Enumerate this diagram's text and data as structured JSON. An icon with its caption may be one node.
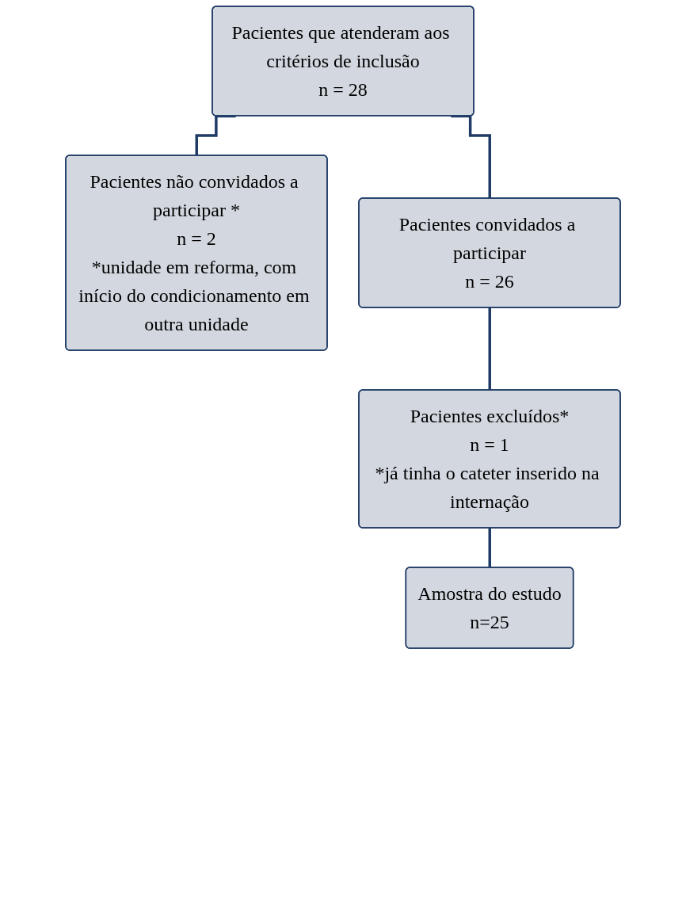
{
  "diagram": {
    "nodes": [
      {
        "text": [
          "Pacientes que atenderam aos critérios de inclusão",
          "n = 28"
        ]
      },
      {
        "text": [
          "Pacientes não convidados a participar *",
          "n = 2",
          "*unidade em reforma, com início do condicionamento em outra unidade"
        ]
      },
      {
        "text": [
          "Pacientes convidados a participar",
          "n = 26"
        ]
      },
      {
        "text": [
          "Pacientes excluídos*",
          "n = 1",
          "*já tinha o cateter inserido na internação"
        ]
      },
      {
        "text": [
          "Amostra do estudo",
          "n=25"
        ]
      }
    ],
    "edges": [
      {
        "from": 0,
        "to": 1,
        "arrow": "none"
      },
      {
        "from": 0,
        "to": 2,
        "arrow": "none"
      },
      {
        "from": 2,
        "to": 3,
        "arrow": "none"
      },
      {
        "from": 3,
        "to": 4,
        "arrow": "none"
      }
    ]
  }
}
